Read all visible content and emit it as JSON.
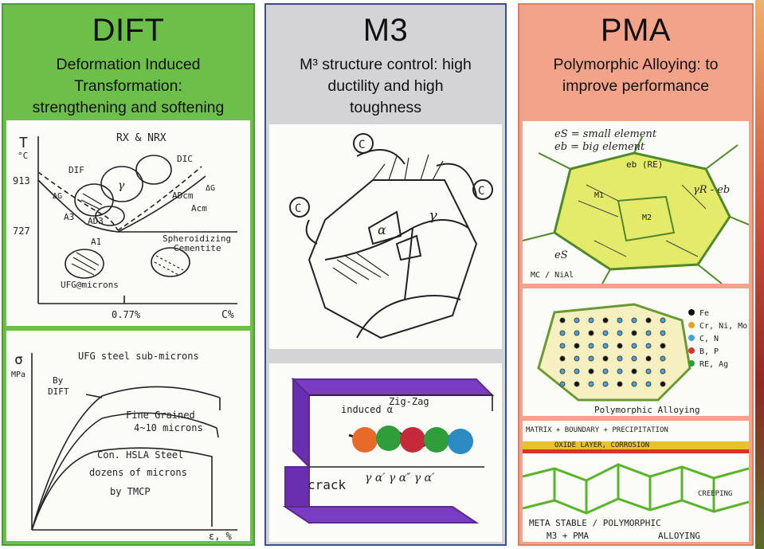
{
  "panels": {
    "dift": {
      "title": "DIFT",
      "subtitle": [
        "Deformation Induced",
        "Transformation:",
        "strengthening and softening"
      ],
      "color": "#6cc04a",
      "phase_diagram": {
        "y_axis": "T",
        "y_unit": "°C",
        "x_axis": "C%",
        "t913": "913",
        "t727": "727",
        "c077": "0.77%",
        "regions": {
          "top": "RX & NRX",
          "dif": "DIF",
          "dic": "DIC",
          "gamma": "γ",
          "dg": "ΔG",
          "ad3": "AD3",
          "a3": "A3",
          "adcm": "ADcm",
          "dg2": "ΔG",
          "acm": "Acm",
          "a1": "A1",
          "spheroid": [
            "Spheroidizing",
            "Cementite"
          ],
          "ufg": "UFG@microns"
        }
      },
      "stress_strain": {
        "y_axis": "σ",
        "y_unit": "MPa",
        "x_axis": "ε, %",
        "top": "UFG steel sub-microns",
        "by_dift": [
          "By",
          "DIFT"
        ],
        "fine": [
          "Fine Grained",
          "4~10 microns"
        ],
        "hsla": [
          "Con. HSLA Steel",
          "dozens of microns",
          "by TMCP"
        ]
      }
    },
    "m3": {
      "title": "M3",
      "subtitle": [
        "M³ structure control: high",
        "ductility and high",
        "toughness"
      ],
      "color": "#d4d4d6",
      "grain": {
        "c": "C",
        "alpha": "α",
        "gamma": "γ"
      },
      "crack": {
        "zigzag": "Zig-Zag",
        "induced": "induced α",
        "crack": "crack",
        "sequence": "γ α′ γ α″ γ α′"
      }
    },
    "pma": {
      "title": "PMA",
      "subtitle": [
        "Polymorphic Alloying: to",
        "improve performance"
      ],
      "color": "#f2a38a",
      "elements": {
        "es": "eS = small element",
        "eb": "eb = big element",
        "eb_re": "eb (RE)",
        "gamma_r": "γR - eb",
        "m1": "M1",
        "m2": "M2",
        "es2": "eS",
        "mc": "MC / NiAl"
      },
      "legend": [
        "Fe",
        "Cr, Ni, Mo",
        "C, N",
        "B, P",
        "RE, Ag"
      ],
      "legend_colors": [
        "#111111",
        "#e7a020",
        "#4aa3d8",
        "#d8342c",
        "#2f9e3a"
      ],
      "lattice_caption": "Polymorphic Alloying",
      "layer": {
        "matrix": "MATRIX + BOUNDARY + PRECIPITATION",
        "oxide": "OXIDE LAYER, CORROSION",
        "creeping": "CREEPING",
        "meta": "META STABLE / POLYMORPHIC",
        "m3pma": "M3 + PMA",
        "alloying": "ALLOYING"
      }
    }
  }
}
